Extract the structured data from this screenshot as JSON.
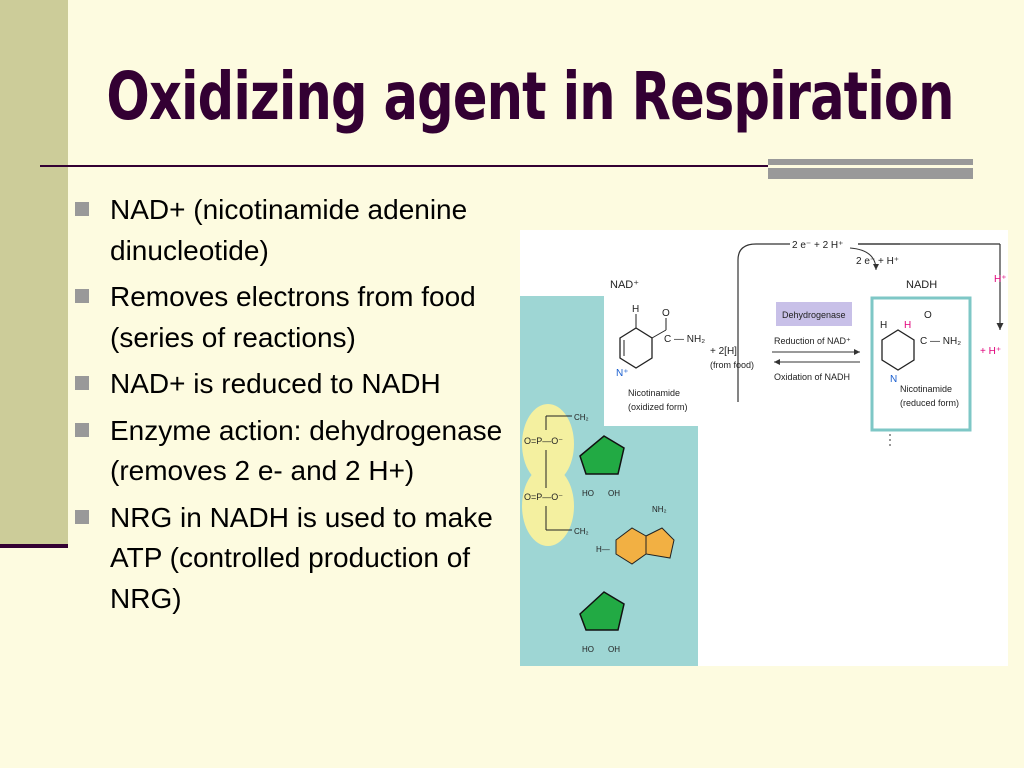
{
  "slide": {
    "title": "Oxidizing agent in Respiration",
    "bullets": [
      "NAD+ (nicotinamide adenine dinucleotide)",
      "Removes electrons from food (series of reactions)",
      "NAD+ is reduced to NADH",
      "Enzyme action: dehydrogenase (removes 2 e- and 2 H+)",
      "NRG in NADH is used to make ATP (controlled production of NRG)"
    ]
  },
  "diagram": {
    "nad_label": "NAD⁺",
    "nadh_label": "NADH",
    "top_arrow_label": "2 e⁻ + 2 H⁺",
    "inner_arrow_label": "2 e⁻ + H⁺",
    "right_h_label": "H⁺",
    "plus_h_label": "+ H⁺",
    "food_label_1": "+ 2[H]",
    "food_label_2": "(from food)",
    "enzyme_label": "Dehydrogenase",
    "reduction_label": "Reduction of NAD⁺",
    "oxidation_label": "Oxidation of NADH",
    "nicotinamide_oxidized_1": "Nicotinamide",
    "nicotinamide_oxidized_2": "(oxidized form)",
    "nicotinamide_reduced_1": "Nicotinamide",
    "nicotinamide_reduced_2": "(reduced form)",
    "atom_h": "H",
    "atom_o": "O",
    "atom_n": "N",
    "atom_np": "N⁺",
    "atom_c_nh2": "C — NH₂",
    "atom_nh2": "NH₂",
    "atom_ch2": "CH₂",
    "atom_po": "O=P—O⁻",
    "atom_ho": "HO",
    "atom_oh": "OH",
    "atom_h_dash": "H—",
    "colors": {
      "teal": "#9ed6d4",
      "yellow": "#f4f0a0",
      "sugar": "#22aa44",
      "base": "#f2b043",
      "magenta": "#e0007a",
      "enzyme": "#c8c0e8"
    }
  }
}
